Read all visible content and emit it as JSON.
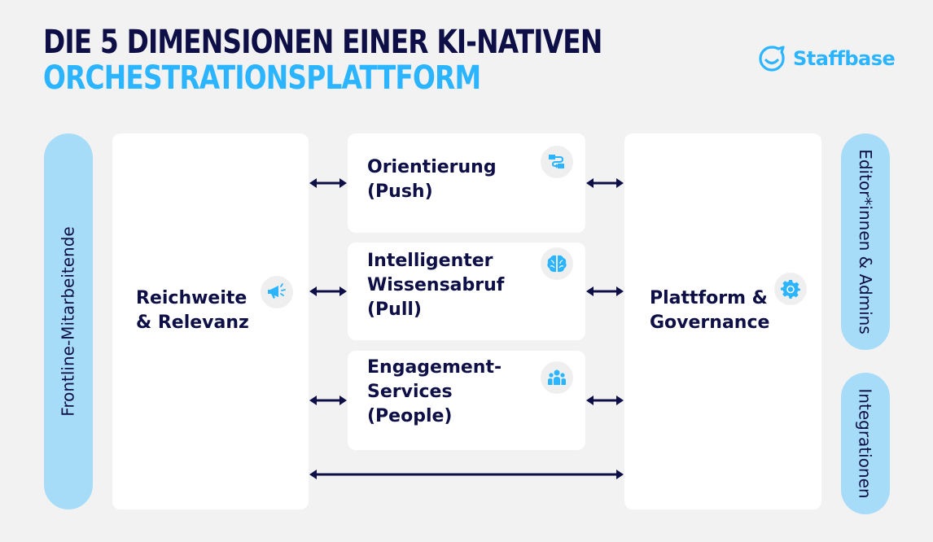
{
  "header": {
    "title_line1": "DIE 5 DIMENSIONEN EINER KI-NATIVEN",
    "title_line2": "ORCHESTRATIONSPLATTFORM",
    "title_color": "#0d0f46",
    "accent_color": "#2bb4ff"
  },
  "logo": {
    "text": "Staffbase",
    "icon": "smiley-bubble-icon"
  },
  "side_labels": {
    "left": "Frontline-Mitarbeitende",
    "right_top": "Editor*innen & Admins",
    "right_bottom": "Integrationen"
  },
  "blocks": {
    "left": {
      "label": "Reichweite\n& Relevanz",
      "icon": "megaphone-icon"
    },
    "middle": [
      {
        "label": "Orientierung\n(Push)",
        "icon": "flow-icon"
      },
      {
        "label": "Intelligenter\nWissensabruf\n(Pull)",
        "icon": "brain-icon"
      },
      {
        "label": "Engagement-\nServices\n(People)",
        "icon": "people-icon"
      }
    ],
    "right": {
      "label": "Plattform &\nGovernance",
      "icon": "gear-icon"
    }
  },
  "colors": {
    "pill": "#a7dcf9",
    "card": "#ffffff",
    "background": "#f2f2f2",
    "arrow": "#0d0f46"
  }
}
